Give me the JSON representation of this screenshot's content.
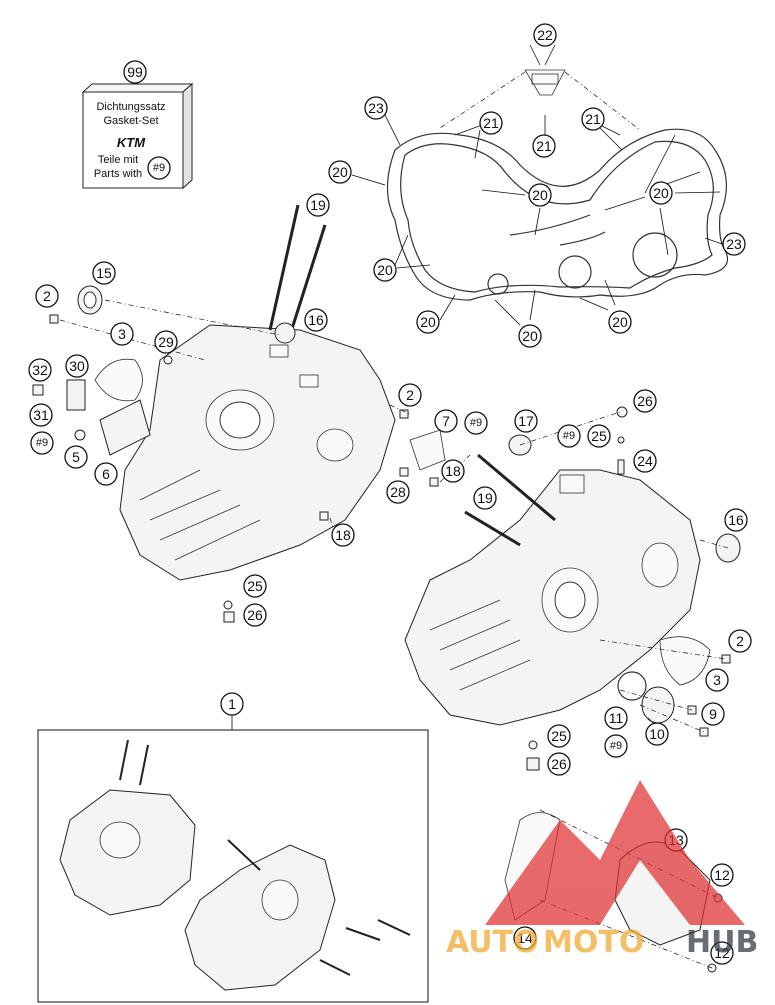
{
  "gasket_kit": {
    "ref": "99",
    "line1": "Dichtungssatz",
    "line2": "Gasket-Set",
    "logo": "KTM",
    "line3": "Teile mit",
    "line4": "Parts with",
    "badge": "#9"
  },
  "assembly_ref": "1",
  "watermark": {
    "text_a": "AUTO",
    "text_b": "MOTO",
    "text_c": "HUB",
    "color_main": "#f2a72e",
    "color_hub": "#2f3440",
    "triangle_color": "#e03030"
  },
  "callouts": [
    {
      "id": "c99",
      "label": "99"
    },
    {
      "id": "c22",
      "label": "22"
    },
    {
      "id": "c23a",
      "label": "23"
    },
    {
      "id": "c21a",
      "label": "21"
    },
    {
      "id": "c21b",
      "label": "21"
    },
    {
      "id": "c21c",
      "label": "21"
    },
    {
      "id": "c20a",
      "label": "20"
    },
    {
      "id": "c20b",
      "label": "20"
    },
    {
      "id": "c20c",
      "label": "20"
    },
    {
      "id": "c20d",
      "label": "20"
    },
    {
      "id": "c20e",
      "label": "20"
    },
    {
      "id": "c20f",
      "label": "20"
    },
    {
      "id": "c20g",
      "label": "20"
    },
    {
      "id": "c23b",
      "label": "23"
    },
    {
      "id": "c19a",
      "label": "19"
    },
    {
      "id": "c15",
      "label": "15"
    },
    {
      "id": "c2a",
      "label": "2"
    },
    {
      "id": "c16a",
      "label": "16"
    },
    {
      "id": "c3a",
      "label": "3"
    },
    {
      "id": "c29",
      "label": "29"
    },
    {
      "id": "c32",
      "label": "32"
    },
    {
      "id": "c30",
      "label": "30"
    },
    {
      "id": "c31",
      "label": "31"
    },
    {
      "id": "c9a",
      "label": "#9"
    },
    {
      "id": "c5",
      "label": "5"
    },
    {
      "id": "c6",
      "label": "6"
    },
    {
      "id": "c2b",
      "label": "2"
    },
    {
      "id": "c7",
      "label": "7"
    },
    {
      "id": "c9b",
      "label": "#9"
    },
    {
      "id": "c17",
      "label": "17"
    },
    {
      "id": "c26a",
      "label": "26"
    },
    {
      "id": "c9c",
      "label": "#9"
    },
    {
      "id": "c25a",
      "label": "25"
    },
    {
      "id": "c24",
      "label": "24"
    },
    {
      "id": "c18a",
      "label": "18"
    },
    {
      "id": "c28",
      "label": "28"
    },
    {
      "id": "c19b",
      "label": "19"
    },
    {
      "id": "c16b",
      "label": "16"
    },
    {
      "id": "c18b",
      "label": "18"
    },
    {
      "id": "c25b",
      "label": "25"
    },
    {
      "id": "c26b",
      "label": "26"
    },
    {
      "id": "c2c",
      "label": "2"
    },
    {
      "id": "c3b",
      "label": "3"
    },
    {
      "id": "c9d",
      "label": "9"
    },
    {
      "id": "c11",
      "label": "11"
    },
    {
      "id": "c10",
      "label": "10"
    },
    {
      "id": "c25c",
      "label": "25"
    },
    {
      "id": "c9e",
      "label": "#9"
    },
    {
      "id": "c26c",
      "label": "26"
    },
    {
      "id": "c1",
      "label": "1"
    },
    {
      "id": "c13",
      "label": "13"
    },
    {
      "id": "c12a",
      "label": "12"
    },
    {
      "id": "c14",
      "label": "14"
    },
    {
      "id": "c12b",
      "label": "12"
    }
  ]
}
